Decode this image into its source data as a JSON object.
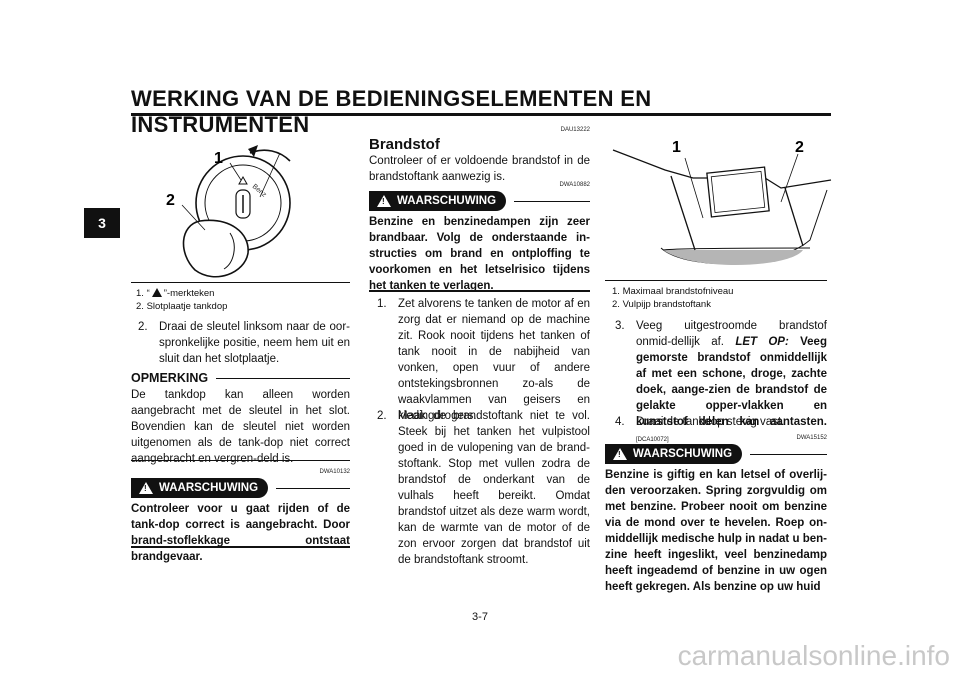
{
  "header": {
    "title": "WERKING VAN DE BEDIENINGSELEMENTEN EN INSTRUMENTEN",
    "section_tab": "3"
  },
  "col1": {
    "figure_callouts": [
      "1",
      "2"
    ],
    "captions": [
      {
        "num": "1.",
        "pre": "“",
        "post": "”-merkteken"
      },
      {
        "num": "2.",
        "text": "Slotplaatje tankdop"
      }
    ],
    "step2": {
      "num": "2.",
      "text": "Draai de sleutel linksom naar de oor-spronkelijke positie, neem hem uit en sluit dan het slotplaatje."
    },
    "note_heading": "OPMERKING",
    "note_text": "De tankdop kan alleen worden aangebracht met de sleutel in het slot. Bovendien kan de sleutel niet worden uitgenomen als de tank-dop niet correct aangebracht en vergren-deld is.",
    "warning_ref": "DWA10132",
    "warning_label": "WAARSCHUWING",
    "warning_text": "Controleer voor u gaat rijden of de tank-dop correct is aangebracht. Door brand-stoflekkage ontstaat brandgevaar."
  },
  "col2": {
    "ref": "DAU13222",
    "heading": "Brandstof",
    "intro": "Controleer of er voldoende brandstof in de brandstoftank aanwezig is.",
    "warning_ref": "DWA10882",
    "warning_label": "WAARSCHUWING",
    "warning_text": "Benzine en benzinedampen zijn zeer brandbaar. Volg de onderstaande in-structies om brand en ontploffing te voorkomen en het letselrisico tijdens het tanken te verlagen.",
    "items": [
      {
        "num": "1.",
        "text": "Zet alvorens te tanken de motor af en zorg dat er niemand op de machine zit. Rook nooit tijdens het tanken of tank nooit in de nabijheid van vonken, open vuur of andere ontstekingsbronnen zo-als de waakvlammen van geisers en kledingdrogers."
      },
      {
        "num": "2.",
        "text": "Maak de brandstoftank niet te vol. Steek bij het tanken het vulpistool goed in de vulopening van de brand-stoftank. Stop met vullen zodra de brandstof de onderkant van de vulhals heeft bereikt. Omdat brandstof uitzet als deze warm wordt, kan de warmte van de motor of de zon ervoor zorgen dat brandstof uit de brandstoftank stroomt."
      }
    ]
  },
  "col3": {
    "figure_callouts": [
      "1",
      "2"
    ],
    "captions": [
      {
        "num": "1.",
        "text": "Maximaal brandstofniveau"
      },
      {
        "num": "2.",
        "text": "Vulpijp brandstoftank"
      }
    ],
    "step3_num": "3.",
    "step3_plain": "Veeg uitgestroomde brandstof onmid-dellijk af.",
    "step3_letop": "LET OP:",
    "step3_bold": "Veeg gemorste brandstof onmiddellijk af met een schone, droge, zachte doek, aange-zien de brandstof de gelakte opper-vlakken en kunststof delen kan aantasten.",
    "step3_ref": "[DCA10072]",
    "step4": {
      "num": "4.",
      "text": "Draai de tankdop stevig vast."
    },
    "warning_ref": "DWA15152",
    "warning_label": "WAARSCHUWING",
    "warning_text": "Benzine is giftig en kan letsel of overlij-den veroorzaken. Spring zorgvuldig om met benzine. Probeer nooit om benzine via de mond over te hevelen. Roep on-middellijk medische hulp in nadat u ben-zine heeft ingeslikt, veel benzinedamp heeft ingeademd of benzine in uw ogen heeft gekregen. Als benzine op uw huid"
  },
  "footer": {
    "page_number": "3-7",
    "watermark": "carmanualsonline.info"
  }
}
